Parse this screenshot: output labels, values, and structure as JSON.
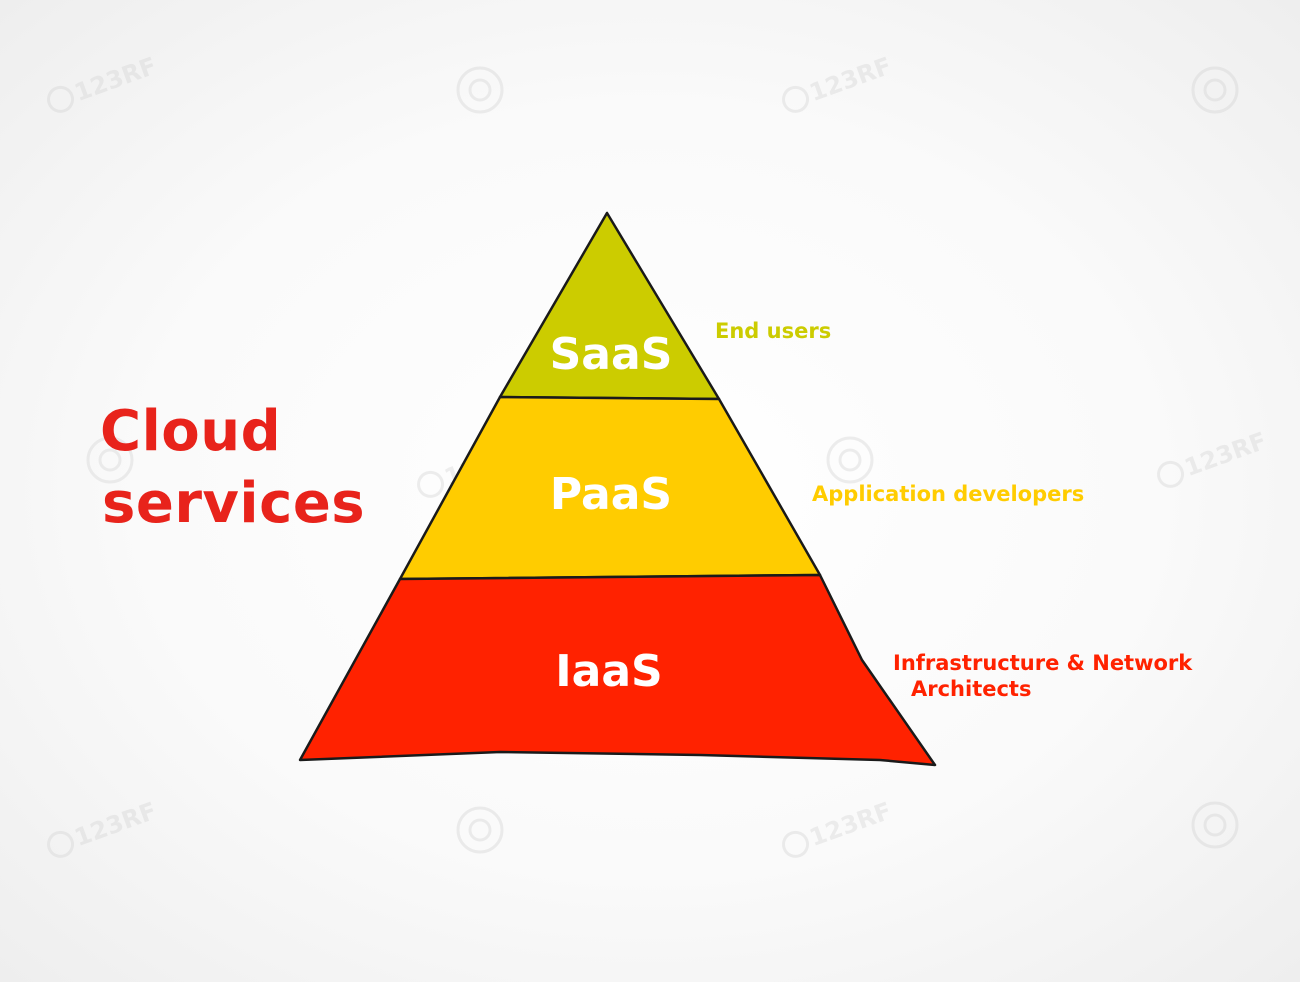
{
  "title": {
    "line1": "Cloud",
    "line2": "services",
    "color": "#e8231b"
  },
  "tiers": [
    {
      "label": "SaaS",
      "role": "End users",
      "fill": "#cccc00",
      "role_color": "#cccc00"
    },
    {
      "label": "PaaS",
      "role": "Application developers",
      "fill": "#ffcc00",
      "role_color": "#ffcc00"
    },
    {
      "label": "IaaS",
      "role_line1": "Infrastructure & Network",
      "role_line2": "Architects",
      "fill": "#ff2200",
      "role_color": "#ff2200"
    }
  ],
  "watermark_text": "123RF",
  "watermark_color": "#d0d0d0"
}
